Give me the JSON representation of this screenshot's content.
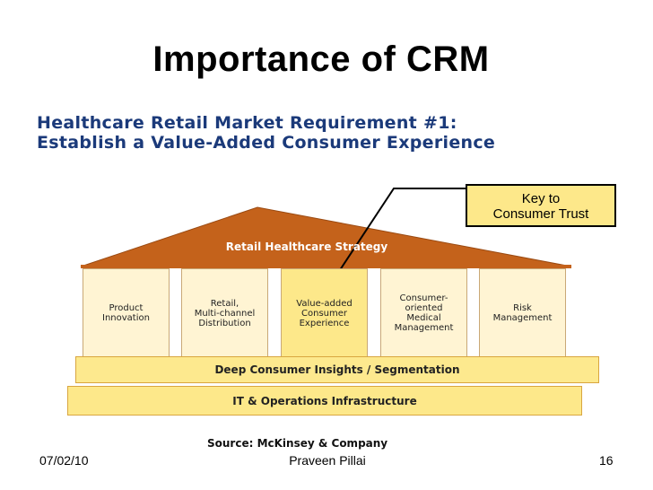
{
  "slide": {
    "title": "Importance of CRM",
    "footer_date": "07/02/10",
    "footer_author": "Praveen Pillai",
    "footer_page": "16"
  },
  "figure": {
    "title_line1": "Healthcare Retail Market Requirement #1:",
    "title_line2": "Establish a Value-Added Consumer Experience",
    "callout_line1": "Key to",
    "callout_line2": "Consumer Trust",
    "roof_label": "Retail Healthcare Strategy",
    "pillars": [
      {
        "line1": "Product",
        "line2": "Innovation",
        "line3": "",
        "line4": ""
      },
      {
        "line1": "Retail,",
        "line2": "Multi-channel",
        "line3": "Distribution",
        "line4": ""
      },
      {
        "line1": "Value-added",
        "line2": "Consumer",
        "line3": "Experience",
        "line4": ""
      },
      {
        "line1": "Consumer-",
        "line2": "oriented",
        "line3": "Medical",
        "line4": "Management"
      },
      {
        "line1": "Risk",
        "line2": "Management",
        "line3": "",
        "line4": ""
      }
    ],
    "foundation_1": "Deep Consumer Insights / Segmentation",
    "foundation_2": "IT & Operations Infrastructure",
    "source": "Source: McKinsey & Company",
    "colors": {
      "roof": "#c4621b",
      "pillar": "#fff4d3",
      "highlight": "#fde88a",
      "title_text": "#1b3a7a"
    }
  }
}
